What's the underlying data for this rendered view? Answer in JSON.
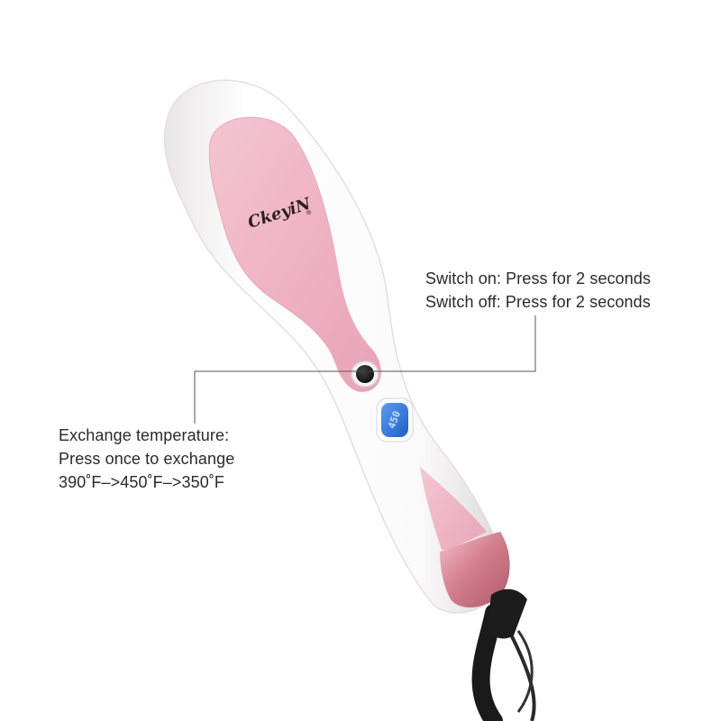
{
  "brand": {
    "logo_text": "CkeyiN",
    "trademark": "®"
  },
  "display": {
    "readout": "450"
  },
  "callouts": {
    "power": {
      "line1": "Switch on: Press for 2 seconds",
      "line2": "Switch off: Press for 2 seconds"
    },
    "temperature": {
      "line1": "Exchange temperature:",
      "line2": "Press once to exchange",
      "line3": "390˚F–>450˚F–>350˚F"
    }
  },
  "colors": {
    "background": "#ffffff",
    "body": "#f7f5f6",
    "pink_panel": "#efb6c5",
    "rose_gold": "#d98c9c",
    "lcd": "#2f73d9",
    "cord": "#1a1a1a",
    "text": "#2a2a2a"
  }
}
